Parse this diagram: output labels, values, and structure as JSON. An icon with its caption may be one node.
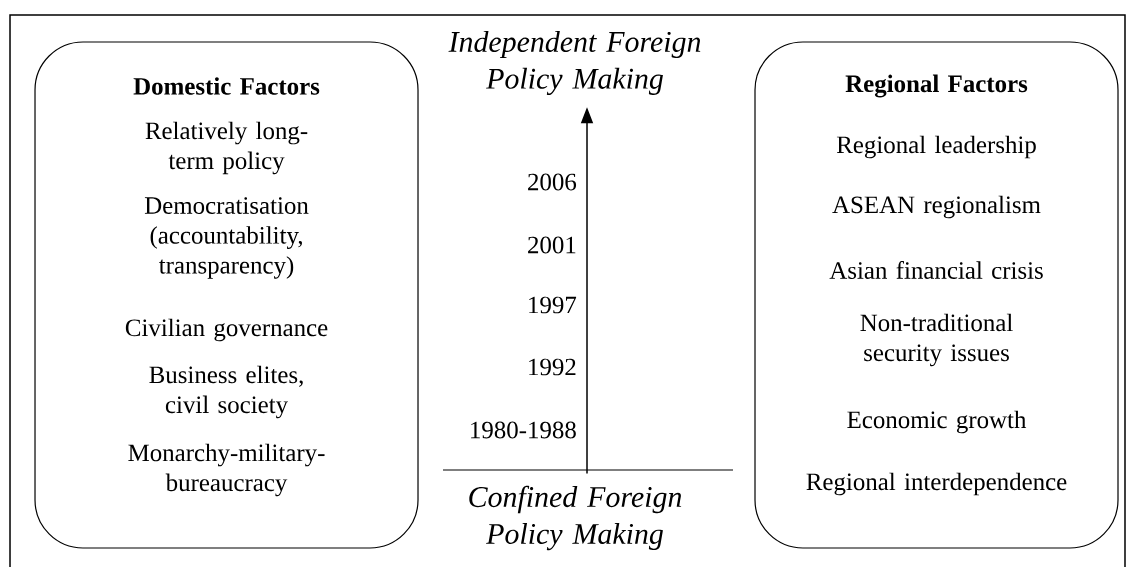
{
  "diagram": {
    "nodes": [
      {
        "text": [
          "Domestic Factors",
          "Relatively long-term policy",
          "Democratisation (accountability, transparency)",
          "Civilian governance",
          "Business elites, civil society",
          "Monarchy-military-bureaucracy"
        ]
      },
      {
        "text": [
          "Regional Factors",
          "Regional leadership",
          "ASEAN regionalism",
          "Asian financial crisis",
          "Non-traditional security issues",
          "Economic growth",
          "Regional interdependence"
        ]
      },
      {
        "text": [
          "Independent Foreign Policy Making"
        ]
      },
      {
        "text": [
          "Confined Foreign Policy Making"
        ]
      }
    ],
    "edges": [
      {
        "from": 3,
        "to": 2,
        "arrow": "to"
      }
    ],
    "labels": [
      "2006",
      "2001",
      "1997",
      "1992",
      "1980-1988"
    ]
  }
}
